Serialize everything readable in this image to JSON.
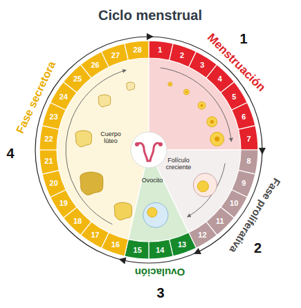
{
  "diagram": {
    "title": "Ciclo menstrual",
    "labels": [
      "1",
      "2",
      "3",
      "4",
      "5",
      "6",
      "7",
      "8",
      "9",
      "10",
      "11",
      "12",
      "13",
      "14",
      "15",
      "16",
      "17",
      "18",
      "19",
      "20",
      "21",
      "22",
      "23",
      "24",
      "25",
      "26",
      "27",
      "28",
      "Menstruación",
      "1",
      "Fase proliferativa",
      "2",
      "Ovulación",
      "3",
      "Fase secretora",
      "4",
      "Cuerpo lúteo",
      "Folículo creciente",
      "Ovocito"
    ]
  }
}
